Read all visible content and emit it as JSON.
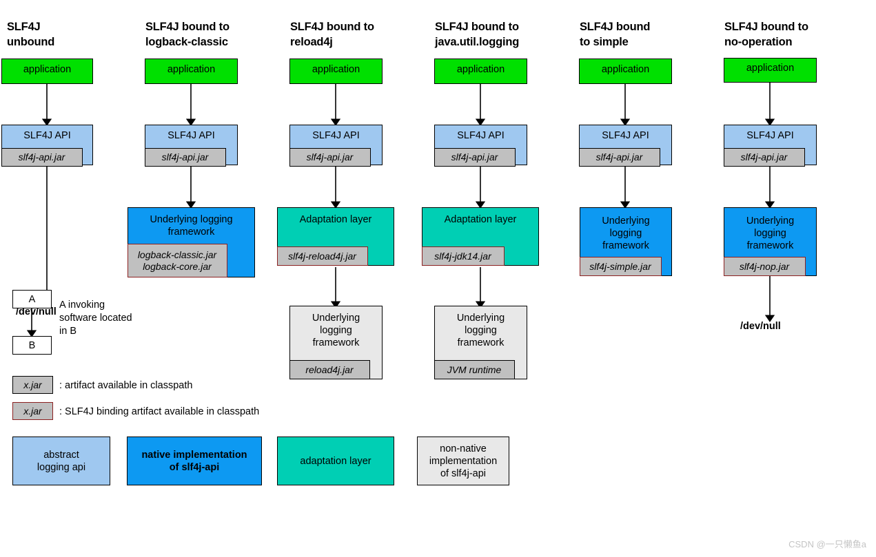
{
  "diagram": {
    "title": "SLF4J bindings diagram",
    "colors": {
      "application": "#00e000",
      "abstract_api": "#9fc8f0",
      "native_impl": "#0d99f2",
      "adaptation": "#00cfb4",
      "non_native": "#e8e8e8",
      "jar": "#c0c0c0",
      "binding_border": "#8b2020",
      "stroke": "#000000",
      "background": "#ffffff"
    },
    "columns": [
      {
        "id": "unbound",
        "title": "SLF4J\nunbound",
        "nodes": [
          {
            "id": "application",
            "label": "application",
            "kind": "application"
          },
          {
            "id": "slf4j-api",
            "label": "SLF4J API",
            "kind": "abstract_api",
            "jar": {
              "label": "slf4j-api.jar",
              "binding": false
            }
          }
        ],
        "terminal": "/dev/null"
      },
      {
        "id": "logback-classic",
        "title": "SLF4J bound to\nlogback-classic",
        "nodes": [
          {
            "id": "application",
            "label": "application",
            "kind": "application"
          },
          {
            "id": "slf4j-api",
            "label": "SLF4J API",
            "kind": "abstract_api",
            "jar": {
              "label": "slf4j-api.jar",
              "binding": false
            }
          },
          {
            "id": "underlying",
            "label": "Underlying logging\nframework",
            "kind": "native_impl",
            "jar": {
              "label": "logback-classic.jar\nlogback-core.jar",
              "binding": true
            }
          }
        ],
        "terminal": null
      },
      {
        "id": "reload4j",
        "title": "SLF4J bound to\nreload4j",
        "nodes": [
          {
            "id": "application",
            "label": "application",
            "kind": "application"
          },
          {
            "id": "slf4j-api",
            "label": "SLF4J API",
            "kind": "abstract_api",
            "jar": {
              "label": "slf4j-api.jar",
              "binding": false
            }
          },
          {
            "id": "adaptation",
            "label": "Adaptation layer",
            "kind": "adaptation",
            "jar": {
              "label": "slf4j-reload4j.jar",
              "binding": true
            }
          },
          {
            "id": "underlying",
            "label": "Underlying\nlogging\nframework",
            "kind": "non_native",
            "jar": {
              "label": "reload4j.jar",
              "binding": false
            }
          }
        ],
        "terminal": null
      },
      {
        "id": "java-util-logging",
        "title": "SLF4J bound to\njava.util.logging",
        "nodes": [
          {
            "id": "application",
            "label": "application",
            "kind": "application"
          },
          {
            "id": "slf4j-api",
            "label": "SLF4J API",
            "kind": "abstract_api",
            "jar": {
              "label": "slf4j-api.jar",
              "binding": false
            }
          },
          {
            "id": "adaptation",
            "label": "Adaptation layer",
            "kind": "adaptation",
            "jar": {
              "label": "slf4j-jdk14.jar",
              "binding": true
            }
          },
          {
            "id": "underlying",
            "label": "Underlying\nlogging\nframework",
            "kind": "non_native",
            "jar": {
              "label": "JVM runtime",
              "binding": false
            }
          }
        ],
        "terminal": null
      },
      {
        "id": "simple",
        "title": "SLF4J bound\nto simple",
        "nodes": [
          {
            "id": "application",
            "label": "application",
            "kind": "application"
          },
          {
            "id": "slf4j-api",
            "label": "SLF4J API",
            "kind": "abstract_api",
            "jar": {
              "label": "slf4j-api.jar",
              "binding": false
            }
          },
          {
            "id": "underlying",
            "label": "Underlying\nlogging\nframework",
            "kind": "native_impl",
            "jar": {
              "label": "slf4j-simple.jar",
              "binding": true
            }
          }
        ],
        "terminal": null
      },
      {
        "id": "no-operation",
        "title": "SLF4J bound to\nno-operation",
        "nodes": [
          {
            "id": "application",
            "label": "application",
            "kind": "application"
          },
          {
            "id": "slf4j-api",
            "label": "SLF4J API",
            "kind": "abstract_api",
            "jar": {
              "label": "slf4j-api.jar",
              "binding": false
            }
          },
          {
            "id": "underlying",
            "label": "Underlying\nlogging\nframework",
            "kind": "native_impl",
            "jar": {
              "label": "slf4j-nop.jar",
              "binding": true
            }
          }
        ],
        "terminal": "/dev/null"
      }
    ]
  },
  "legend": {
    "arrow_example": {
      "from_label": "A",
      "to_label": "B",
      "description": "A invoking\nsoftware located\nin B"
    },
    "artifact": {
      "swatch_label": "x.jar",
      "description": ": artifact available in classpath"
    },
    "binding_artifact": {
      "swatch_label": "x.jar",
      "description": ": SLF4J binding artifact available in classpath"
    },
    "color_key": [
      {
        "label": "abstract\nlogging api",
        "kind": "abstract_api"
      },
      {
        "label": "native implementation\nof slf4j-api",
        "kind": "native_impl"
      },
      {
        "label": "adaptation layer",
        "kind": "adaptation"
      },
      {
        "label": "non-native\nimplementation\nof slf4j-api",
        "kind": "non_native"
      }
    ]
  },
  "watermark": "CSDN @一只懒鱼a"
}
